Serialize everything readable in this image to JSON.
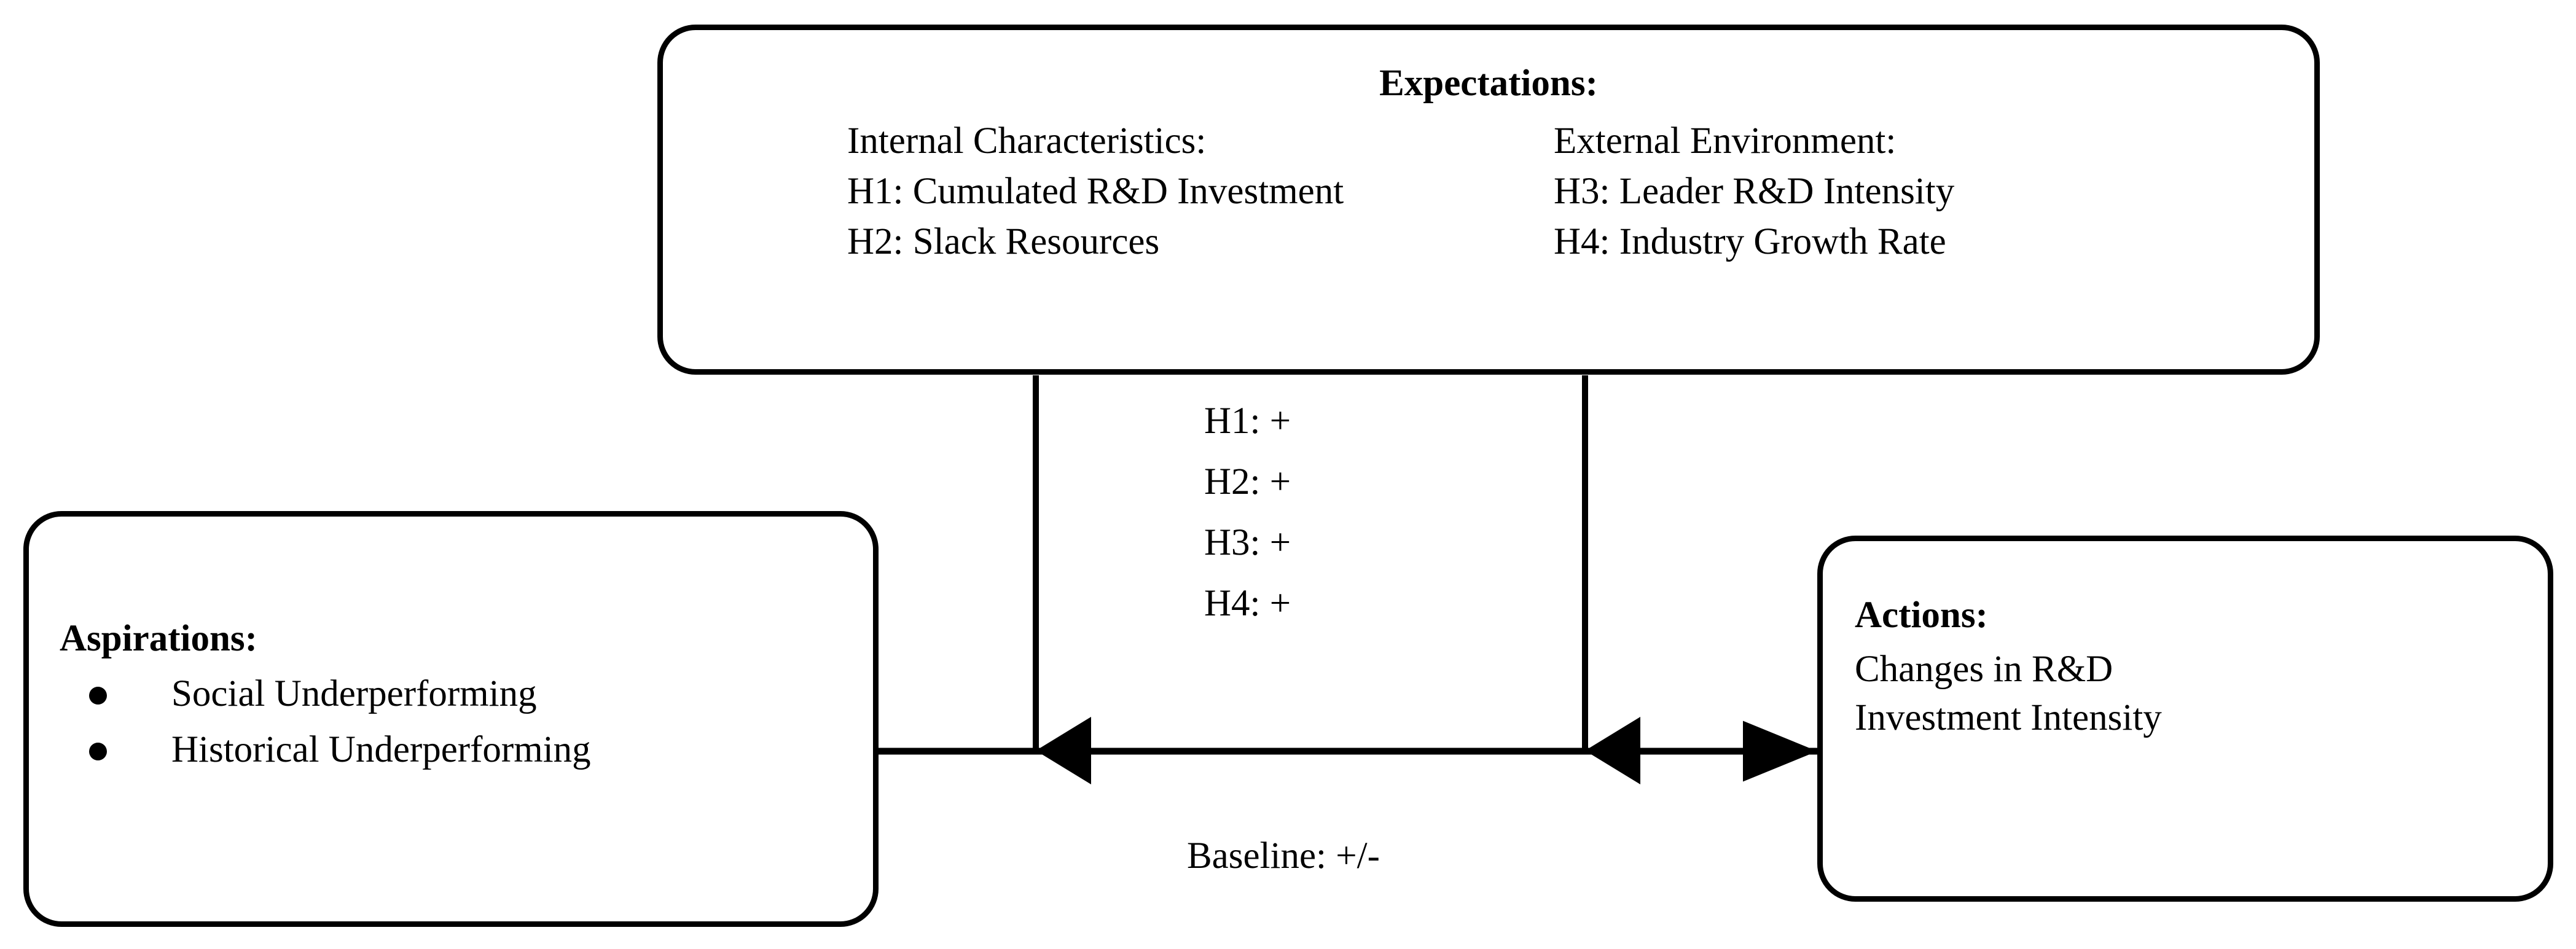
{
  "diagram": {
    "nodes": {
      "expectations": {
        "title": "Expectations:",
        "columns": {
          "internal": {
            "heading": "Internal Characteristics:",
            "items": [
              "H1: Cumulated R&D Investment",
              "H2: Slack Resources"
            ]
          },
          "external": {
            "heading": "External Environment:",
            "items": [
              "H3: Leader R&D Intensity",
              "H4: Industry Growth Rate"
            ]
          }
        }
      },
      "aspirations": {
        "title": "Aspirations:",
        "bullets": [
          "Social Underperforming",
          "Historical Underperforming"
        ]
      },
      "actions": {
        "title": "Actions:",
        "lines": [
          "Changes in R&D",
          "Investment Intensity"
        ]
      }
    },
    "edge_labels": {
      "hypotheses": [
        "H1: +",
        "H2: +",
        "H3: +",
        "H4: +"
      ],
      "baseline": "Baseline: +/-"
    },
    "colors": {
      "stroke": "#000000",
      "background": "#ffffff",
      "text": "#000000"
    }
  }
}
